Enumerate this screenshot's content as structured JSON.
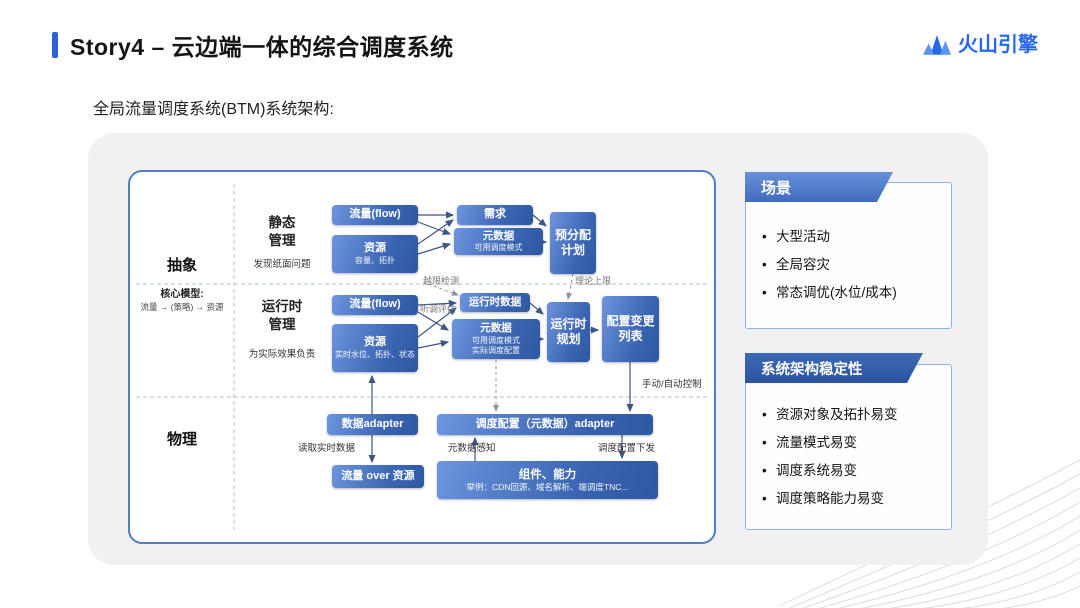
{
  "header": {
    "title": "Story4 – 云边端一体的综合调度系统",
    "logo_text": "火山引擎"
  },
  "subtitle": "全局流量调度系统(BTM)系统架构:",
  "diagram": {
    "axis": {
      "abstract": "抽象",
      "core_model_title": "核心模型:",
      "core_model_formula": "流量 → (策略) → 资源",
      "physical": "物理"
    },
    "static": {
      "row_title": "静态管理",
      "row_sub": "发现纸面问题",
      "flow": "流量(flow)",
      "resource_title": "资源",
      "resource_sub": "容量、拓扑",
      "demand": "需求",
      "metadata_title": "元数据",
      "metadata_sub": "可用调度模式",
      "plan": "预分配计划"
    },
    "runtime": {
      "row_title": "运行时管理",
      "row_sub": "为实际效果负责",
      "flow": "流量(flow)",
      "resource_title": "资源",
      "resource_sub": "实时水位、拓扑、状态",
      "runtime_data": "运行时数据",
      "metadata_title": "元数据",
      "metadata_sub1": "可用调度模式",
      "metadata_sub2": "实际调度配置",
      "planning": "运行时规划",
      "change_list": "配置变更列表",
      "overlimit": "越限检测",
      "listen_eval": "听调评估",
      "theory_limit": "理论上限",
      "control": "手动/自动控制"
    },
    "physical": {
      "data_adapter": "数据adapter",
      "read_realtime": "读取实时数据",
      "flow_over_resource": "流量 over 资源",
      "sched_adapter": "调度配置（元数据）adapter",
      "metadata_sense": "元数据感知",
      "config_deliver": "调度配置下发",
      "component_title": "组件、能力",
      "component_sub": "举例：CDN回源、域名解析、端调度TNC..."
    }
  },
  "panels": {
    "scenario": {
      "title": "场景",
      "items": [
        "大型活动",
        "全局容灾",
        "常态调优(水位/成本)"
      ]
    },
    "stability": {
      "title": "系统架构稳定性",
      "items": [
        "资源对象及拓扑易变",
        "流量模式易变",
        "调度系统易变",
        "调度策略能力易变"
      ]
    }
  },
  "colors": {
    "accent_blue": "#2b63cc",
    "box_gradient_start": "#6e95dd",
    "box_gradient_end": "#2f57a2",
    "panel_header_blue": "#4f7ecb",
    "panel_header_dark": "#2f5fae",
    "logo_blue": "#2468f2"
  }
}
